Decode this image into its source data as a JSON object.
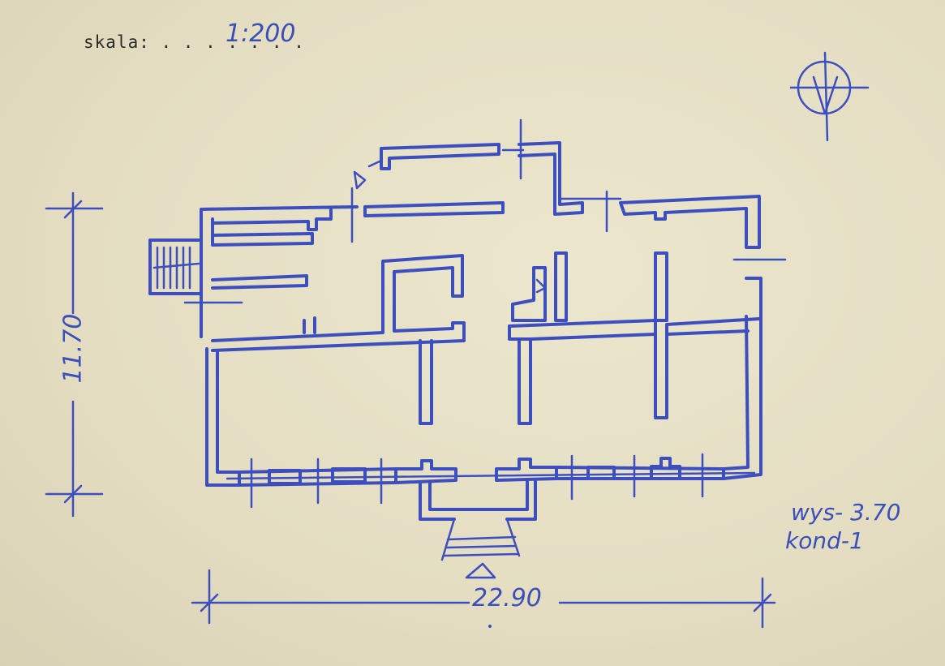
{
  "scale": {
    "label": "skala: . . . . . . .",
    "value": "1:200"
  },
  "dimensions": {
    "width": "22.90",
    "depth": "11.70"
  },
  "notes": {
    "height": "wys- 3.70",
    "floors": "kond-1"
  },
  "colors": {
    "ink": "#3d4fbf",
    "paper": "#e6e0c6",
    "typed": "#2a2a2a"
  }
}
